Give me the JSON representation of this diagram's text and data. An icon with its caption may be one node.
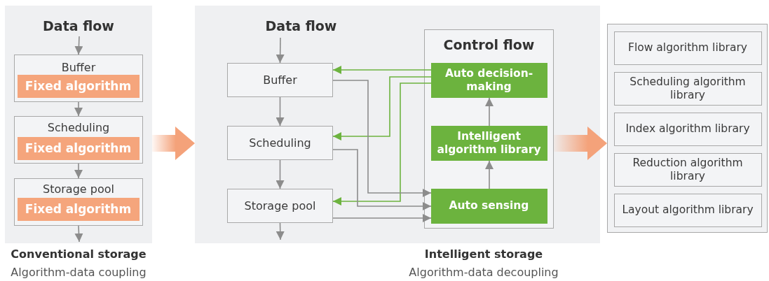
{
  "diagram": {
    "nodes": [
      {
        "text": [
          "Data flow"
        ],
        "beside": [
          "Conventional storage",
          "Algorithm-data coupling"
        ]
      },
      {
        "text": [
          "Buffer"
        ],
        "in": 0
      },
      {
        "text": [
          "Fixed algorithm"
        ],
        "in": 1
      },
      {
        "text": [
          "Scheduling"
        ],
        "in": 0
      },
      {
        "text": [
          "Fixed algorithm"
        ],
        "in": 3
      },
      {
        "text": [
          "Storage pool"
        ],
        "in": 0
      },
      {
        "text": [
          "Fixed algorithm"
        ],
        "in": 5
      },
      {
        "text": [
          "Data flow"
        ],
        "beside": [
          "Intelligent storage",
          "Algorithm-data decoupling"
        ]
      },
      {
        "text": [
          "Buffer"
        ],
        "in": 7
      },
      {
        "text": [
          "Scheduling"
        ],
        "in": 7
      },
      {
        "text": [
          "Storage pool"
        ],
        "in": 7
      },
      {
        "text": [
          "Control flow"
        ],
        "in": 7
      },
      {
        "text": [
          "Auto decision-making"
        ],
        "in": 11
      },
      {
        "text": [
          "Intelligent algorithm library"
        ],
        "in": 11
      },
      {
        "text": [
          "Auto sensing"
        ],
        "in": 11
      },
      {
        "text": [],
        "shape": "box"
      },
      {
        "text": [
          "Flow algorithm library"
        ],
        "in": 15
      },
      {
        "text": [
          "Scheduling algorithm library"
        ],
        "in": 15
      },
      {
        "text": [
          "Index algorithm library"
        ],
        "in": 15
      },
      {
        "text": [
          "Reduction algorithm library"
        ],
        "in": 15
      },
      {
        "text": [
          "Layout algorithm library"
        ],
        "in": 15
      }
    ],
    "edges": [
      {
        "from": null,
        "to": 1,
        "arrow": "to"
      },
      {
        "from": 1,
        "to": 3,
        "arrow": "to"
      },
      {
        "from": 3,
        "to": 5,
        "arrow": "to"
      },
      {
        "from": 5,
        "to": null,
        "arrow": "to"
      },
      {
        "from": null,
        "to": 8,
        "arrow": "to"
      },
      {
        "from": 8,
        "to": 9,
        "arrow": "to"
      },
      {
        "from": 9,
        "to": 10,
        "arrow": "to"
      },
      {
        "from": 10,
        "to": null,
        "arrow": "to"
      },
      {
        "from": 12,
        "to": 8,
        "arrow": "to",
        "color": "#6db33f"
      },
      {
        "from": 12,
        "to": 9,
        "arrow": "to",
        "color": "#6db33f"
      },
      {
        "from": 12,
        "to": 10,
        "arrow": "to",
        "color": "#6db33f"
      },
      {
        "from": 8,
        "to": 14,
        "arrow": "to"
      },
      {
        "from": 9,
        "to": 14,
        "arrow": "to"
      },
      {
        "from": 10,
        "to": 14,
        "arrow": "to"
      },
      {
        "from": 14,
        "to": 13,
        "arrow": "to"
      },
      {
        "from": 13,
        "to": 12,
        "arrow": "to"
      },
      {
        "from": 0,
        "to": 7,
        "arrow": "to",
        "style": "thick",
        "color": "#f4a27a"
      },
      {
        "from": 11,
        "to": 15,
        "arrow": "to",
        "style": "thick",
        "color": "#f4a27a"
      }
    ]
  }
}
